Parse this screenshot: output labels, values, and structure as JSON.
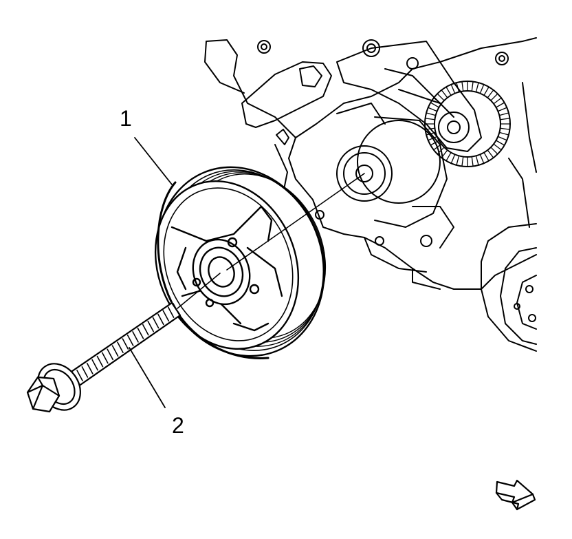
{
  "diagram": {
    "callouts": [
      {
        "id": "1",
        "label": "1",
        "part": "crankshaft-balancer-pulley"
      },
      {
        "id": "2",
        "label": "2",
        "part": "crankshaft-balancer-bolt"
      }
    ],
    "icons": [
      "front-of-vehicle-arrow-icon"
    ],
    "colors": {
      "ink": "#000000",
      "paper": "#ffffff"
    }
  }
}
